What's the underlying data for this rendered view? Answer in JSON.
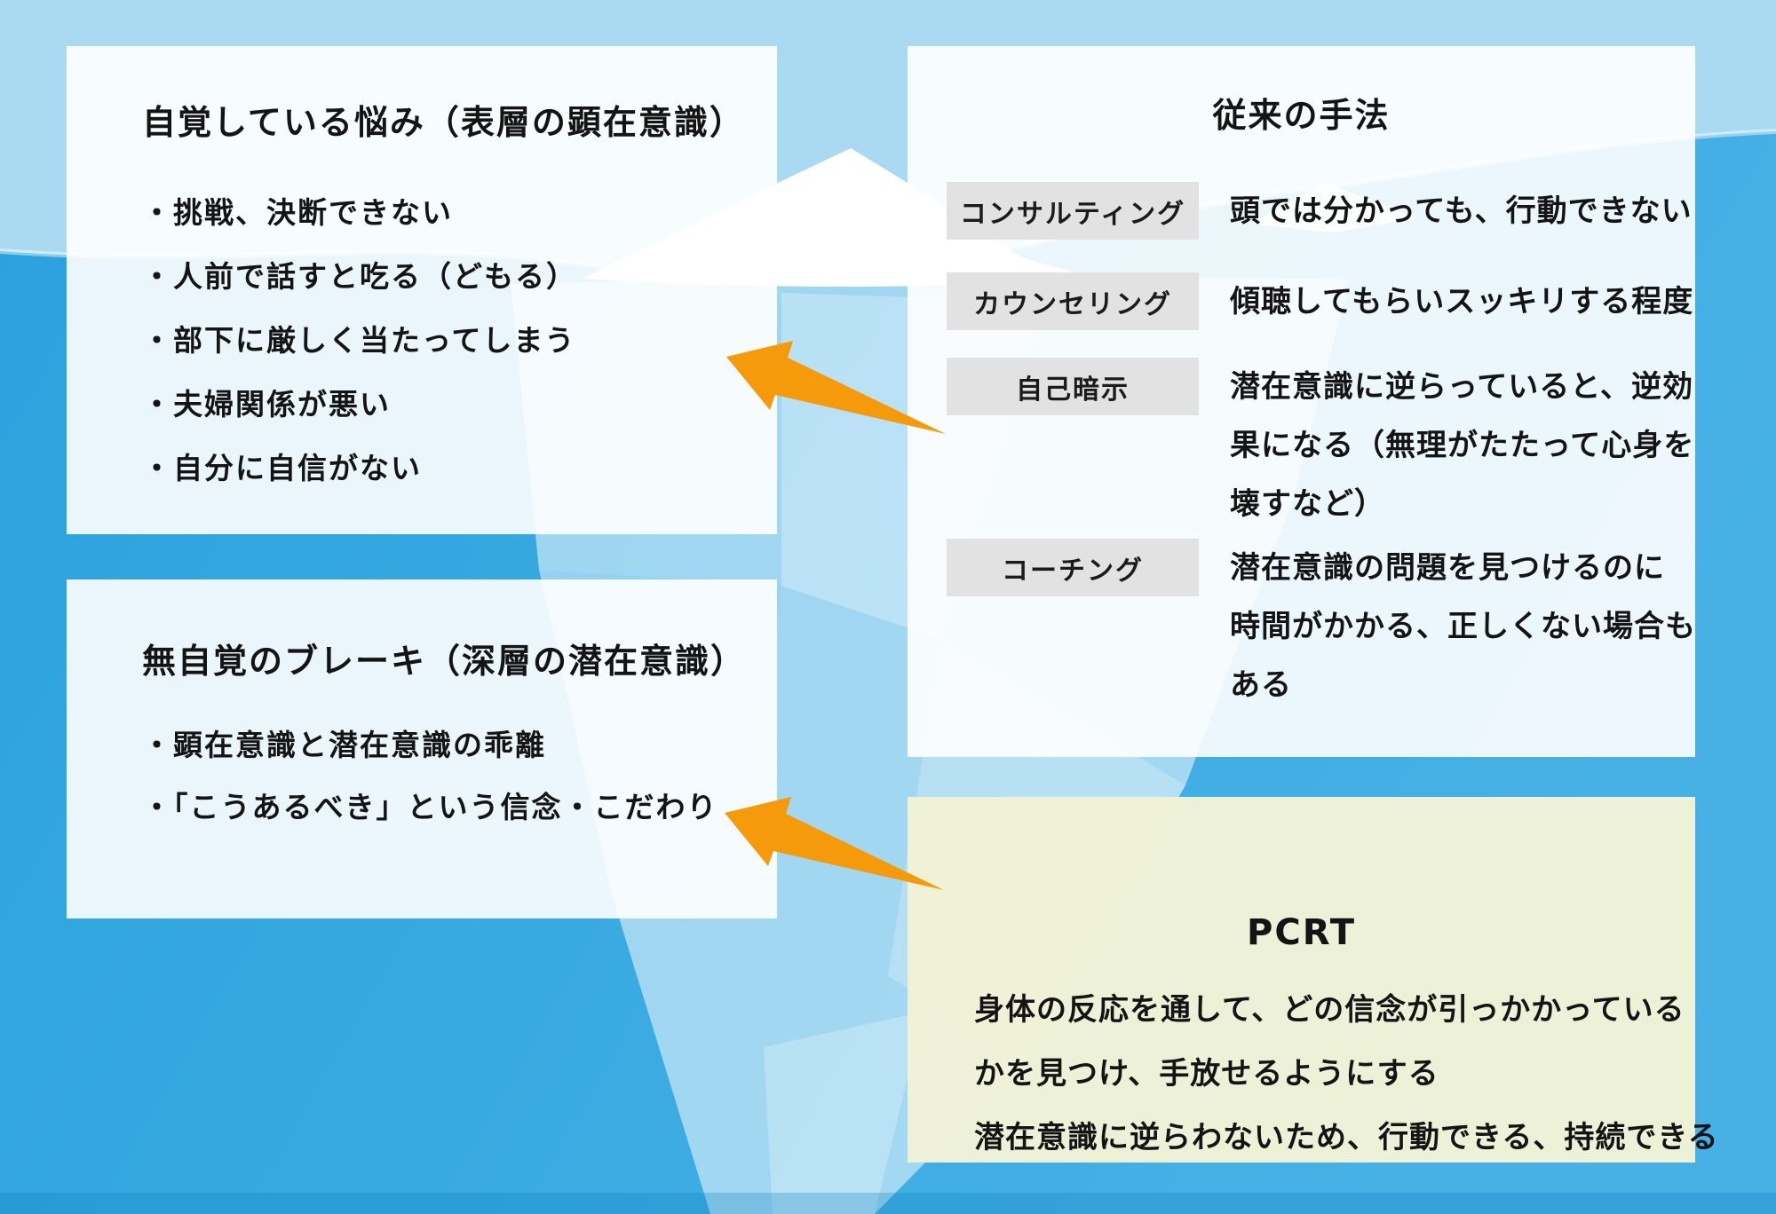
{
  "colors": {
    "sky": "#A9DAF2",
    "water": "#2AA2DD",
    "water_light": "#47B1E5",
    "iceberg_white": "#FFFFFF",
    "box_bg": "rgba(255,255,255,0.90)",
    "pcrt_bg": "rgba(242,243,215,0.97)",
    "label_bg": "#E2E2E3",
    "arrow": "#F59A0B",
    "text": "#141414"
  },
  "surface_box": {
    "title": "自覚している悩み（表層の顕在意識）",
    "items": [
      "・挑戦、決断できない",
      "・人前で話すと吃る（どもる）",
      "・部下に厳しく当たってしまう",
      "・夫婦関係が悪い",
      "・自分に自信がない"
    ]
  },
  "subconscious_box": {
    "title": "無自覚のブレーキ（深層の潜在意識）",
    "items": [
      "・顕在意識と潜在意識の乖離",
      "・「こうあるべき」という信念・こだわり"
    ]
  },
  "conventional_box": {
    "title": "従来の手法",
    "rows": [
      {
        "label": "コンサルティング",
        "lines": [
          "頭では分かっても、行動できない"
        ]
      },
      {
        "label": "カウンセリング",
        "lines": [
          "傾聴してもらいスッキリする程度"
        ]
      },
      {
        "label": "自己暗示",
        "lines": [
          "潜在意識に逆らっていると、逆効",
          "果になる（無理がたたって心身を",
          "壊すなど）"
        ]
      },
      {
        "label": "コーチング",
        "lines": [
          "潜在意識の問題を見つけるのに",
          "時間がかかる、正しくない場合も",
          "ある"
        ]
      }
    ]
  },
  "pcrt_box": {
    "title": "PCRT",
    "lines": [
      "身体の反応を通して、どの信念が引っかかっている",
      "かを見つけ、手放せるようにする",
      "潜在意識に逆らわないため、行動できる、持続できる"
    ]
  }
}
